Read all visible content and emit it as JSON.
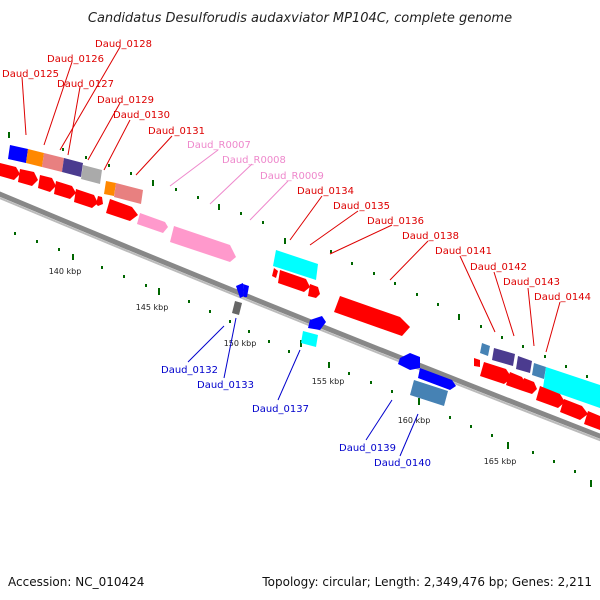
{
  "title": "Candidatus Desulforudis audaxviator MP104C, complete genome",
  "footer": {
    "accession": "Accession: NC_010424",
    "summary": "Topology: circular; Length: 2,349,476 bp; Genes: 2,211"
  },
  "colors": {
    "label_red": "#dd0000",
    "label_pink": "#ee88cc",
    "label_blue": "#0000cc",
    "backbone": "#888888",
    "tick": "#006600",
    "cds_red": "#ff0000",
    "rrna_pink": "#ff99cc",
    "cyan": "#00ffff",
    "blue": "#0000ff",
    "steel": "#4682b4",
    "navy": "#4b3b8f",
    "orange": "#ff8800",
    "salmon": "#e88080",
    "gray": "#aaaaaa"
  },
  "scale_labels": [
    "140 kbp",
    "145 kbp",
    "150 kbp",
    "155 kbp",
    "160 kbp",
    "165 kbp"
  ],
  "gene_labels_top": [
    "Daud_0125",
    "Daud_0126",
    "Daud_0127",
    "Daud_0128",
    "Daud_0129",
    "Daud_0130",
    "Daud_0131",
    "Daud_R0007",
    "Daud_R0008",
    "Daud_R0009",
    "Daud_0134",
    "Daud_0135",
    "Daud_0136",
    "Daud_0138",
    "Daud_0141",
    "Daud_0142",
    "Daud_0143",
    "Daud_0144"
  ],
  "gene_labels_bottom": [
    "Daud_0132",
    "Daud_0133",
    "Daud_0137",
    "Daud_0139",
    "Daud_0140"
  ]
}
